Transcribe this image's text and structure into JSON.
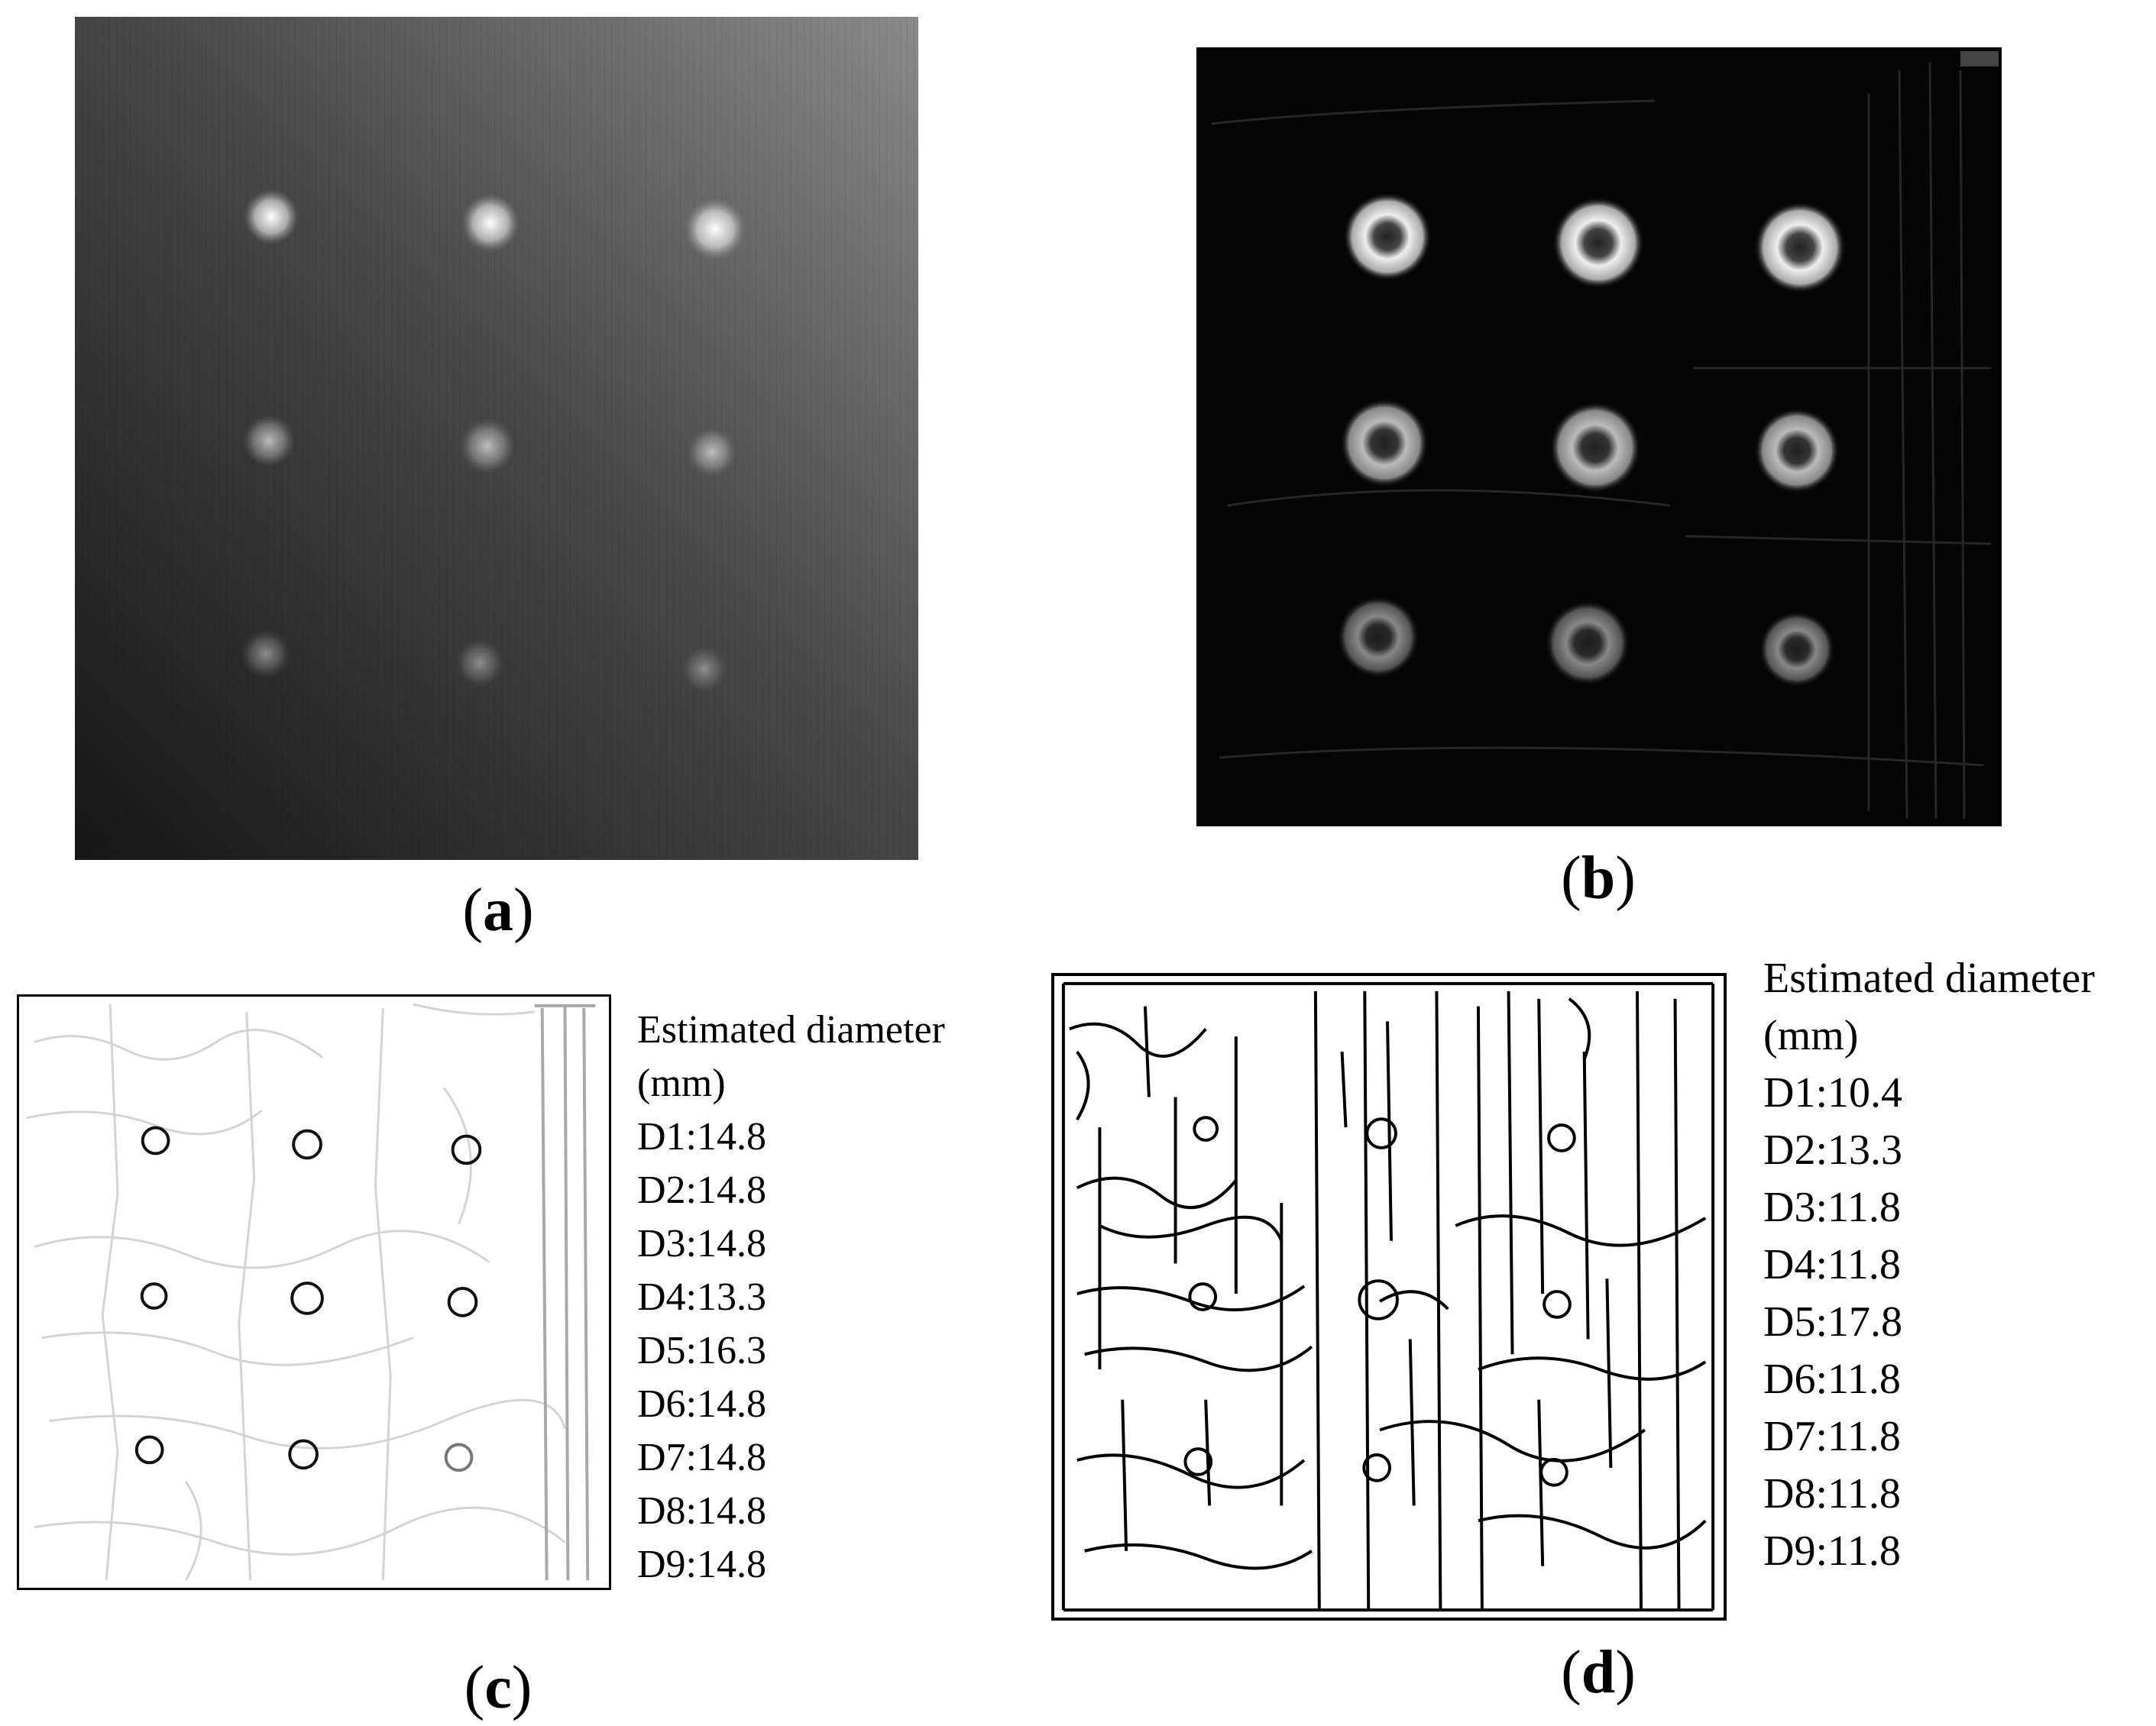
{
  "figure": {
    "panels": [
      {
        "id": "a",
        "label_open": "(",
        "label_letter": "a",
        "label_close": ")"
      },
      {
        "id": "b",
        "label_open": "(",
        "label_letter": "b",
        "label_close": ")"
      },
      {
        "id": "c",
        "label_open": "(",
        "label_letter": "c",
        "label_close": ")"
      },
      {
        "id": "d",
        "label_open": "(",
        "label_letter": "d",
        "label_close": ")"
      }
    ],
    "estimates_c": {
      "heading_line1": "Estimated diameter",
      "heading_line2": "(mm)",
      "values": [
        "D1:14.8",
        "D2:14.8",
        "D3:14.8",
        "D4:13.3",
        "D5:16.3",
        "D6:14.8",
        "D7:14.8",
        "D8:14.8",
        "D9:14.8"
      ]
    },
    "estimates_d": {
      "heading_line1": "Estimated diameter",
      "heading_line2": "(mm)",
      "values": [
        "D1:10.4",
        "D2:13.3",
        "D3:11.8",
        "D4:11.8",
        "D5:17.8",
        "D6:11.8",
        "D7:11.8",
        "D8:11.8",
        "D9:11.8"
      ]
    }
  }
}
